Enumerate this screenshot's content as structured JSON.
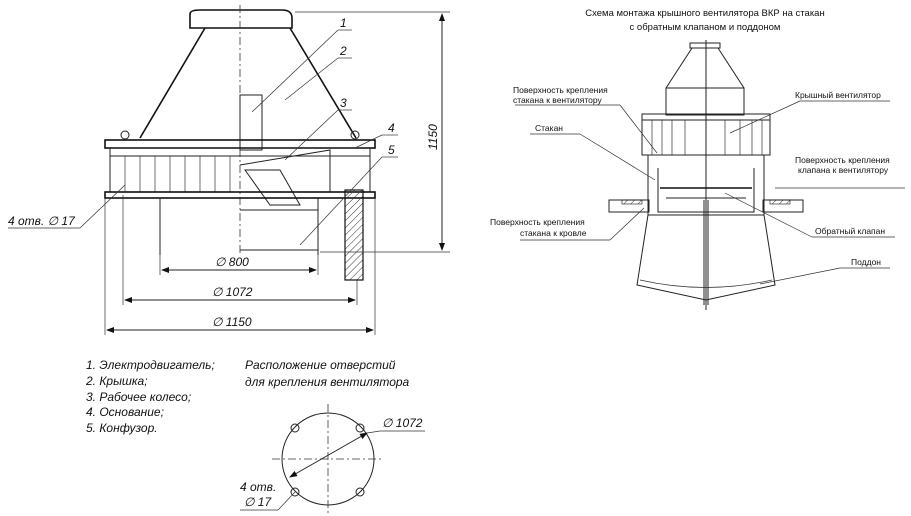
{
  "left_drawing": {
    "callouts": [
      "1",
      "2",
      "3",
      "4",
      "5"
    ],
    "holes_label": "4 отв. ∅ 17",
    "height_dim": "1150",
    "dims": [
      "∅ 800",
      "∅ 1072",
      "∅ 1150"
    ]
  },
  "legend": {
    "items": [
      "1. Электродвигатель;",
      "2. Крышка;",
      "3. Рабочее колесо;",
      "4. Основание;",
      "5. Конфузор."
    ]
  },
  "holes_layout": {
    "title_line1": "Расположение отверстий",
    "title_line2": "для крепления вентилятора",
    "diameter": "∅ 1072",
    "holes_line1": "4 отв.",
    "holes_line2": "∅ 17"
  },
  "right_drawing": {
    "title_line1": "Схема монтажа крышного вентилятора ВКР на стакан",
    "title_line2": "с обратным клапаном и поддоном",
    "labels": {
      "surface_fan_1": "Поверхность крепления",
      "surface_fan_2": "стакана к вентилятору",
      "roof_fan": "Крышный вентилятор",
      "stakan": "Стакан",
      "surface_valve_1": "Поверхность крепления",
      "surface_valve_2": "клапана к вентилятору",
      "surface_roof_1": "Поверхность крепления",
      "surface_roof_2": "стакана к кровле",
      "check_valve": "Обратный клапан",
      "tray": "Поддон"
    }
  }
}
